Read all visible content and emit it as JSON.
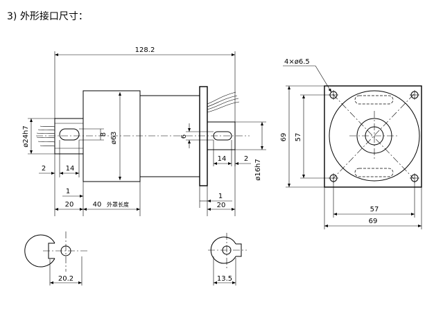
{
  "heading": "3) 外形接口尺寸：",
  "dimensions": {
    "overall_length": "128.2",
    "body_diameter": "ø63",
    "input_shaft_diameter": "ø24h7",
    "input_key_width": "8",
    "input_left_gap": "2",
    "input_key_length": "14",
    "input_step_1": "1",
    "input_shaft_length": "20",
    "body_length_value": "40",
    "body_length_label": "外罩长度",
    "output_key_width": "6",
    "output_key_length": "14",
    "output_right_gap": "2",
    "output_shaft_diameter": "ø16h7",
    "output_step_1": "1",
    "output_shaft_length": "20",
    "holes": "4×ø6.5",
    "flange_height_outer": "69",
    "flange_height_inner": "57",
    "flange_width_inner": "57",
    "flange_width_outer": "69",
    "input_section": "20.2",
    "output_section": "13.5"
  }
}
